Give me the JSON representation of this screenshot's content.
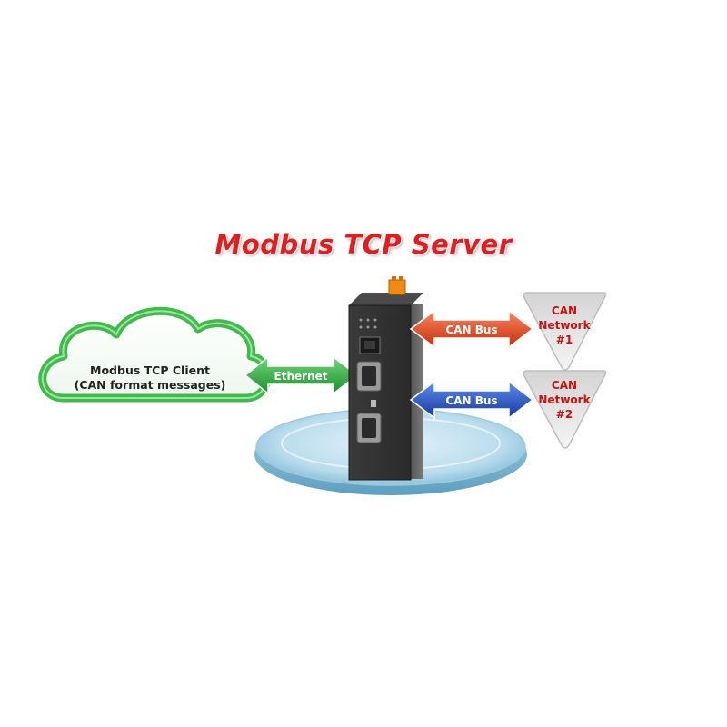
{
  "title": "Modbus TCP Server",
  "client": {
    "line1": "Modbus TCP Client",
    "line2": "(CAN format messages)"
  },
  "links": {
    "ethernet": "Ethernet",
    "can_bus_1": "CAN Bus",
    "can_bus_2": "CAN Bus"
  },
  "networks": [
    {
      "line1": "CAN",
      "line2": "Network",
      "line3": "#1"
    },
    {
      "line1": "CAN",
      "line2": "Network",
      "line3": "#2"
    }
  ],
  "colors": {
    "title": "#e21d1d",
    "ethernet": "#2eaa3c",
    "can_bus_1": "#e0431c",
    "can_bus_2": "#1f4fb8",
    "network_text": "#cc1010",
    "cloud": "#3fbb4a"
  }
}
